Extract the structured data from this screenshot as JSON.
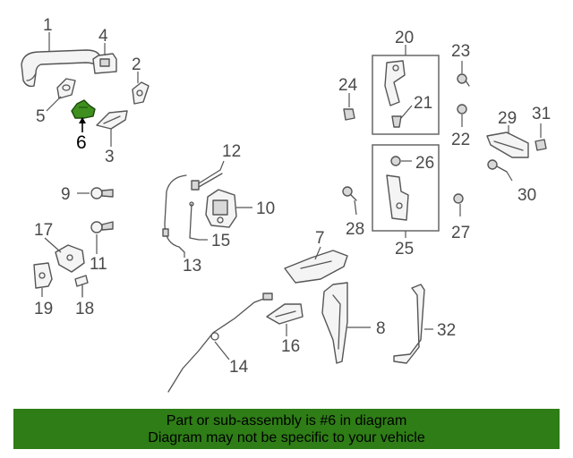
{
  "highlight_color": "#3e8f1e",
  "banner_color": "#2e7d16",
  "callouts": {
    "c1": "1",
    "c2": "2",
    "c3": "3",
    "c4": "4",
    "c5": "5",
    "c6": "6",
    "c7": "7",
    "c8": "8",
    "c9": "9",
    "c10": "10",
    "c11": "11",
    "c12": "12",
    "c13": "13",
    "c14": "14",
    "c15": "15",
    "c16": "16",
    "c17": "17",
    "c18": "18",
    "c19": "19",
    "c20": "20",
    "c21": "21",
    "c22": "22",
    "c23": "23",
    "c24": "24",
    "c25": "25",
    "c26": "26",
    "c27": "27",
    "c28": "28",
    "c29": "29",
    "c30": "30",
    "c31": "31",
    "c32": "32"
  },
  "banner": {
    "line1": "Part or sub-assembly is #6 in diagram",
    "line2": "Diagram may not be specific to your vehicle"
  }
}
